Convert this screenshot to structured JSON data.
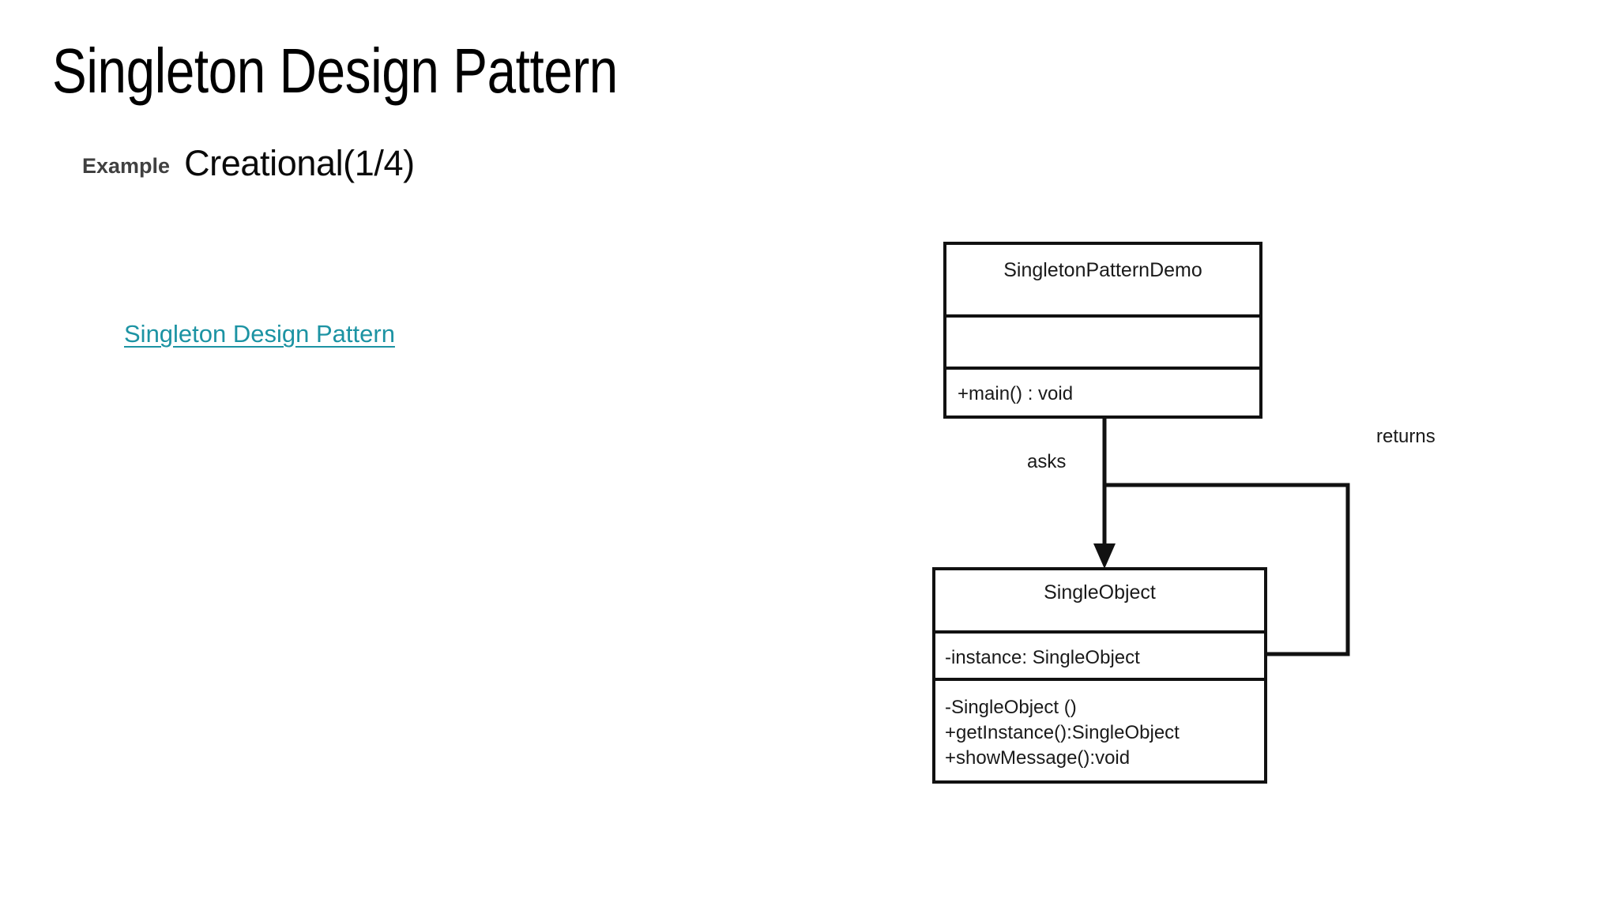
{
  "slide": {
    "title": "Singleton Design Pattern",
    "example_label": "Example",
    "section_label": "Creational(1/4)",
    "link_text": "Singleton Design Pattern",
    "colors": {
      "title": "#000000",
      "example_label": "#404040",
      "section_label": "#0a0a0a",
      "link": "#1C93A3",
      "diagram_stroke": "#111111",
      "background": "#FFFFFF"
    }
  },
  "diagram": {
    "type": "uml-class-diagram",
    "classes": [
      {
        "id": "singleton-pattern-demo",
        "name": "SingletonPatternDemo",
        "attributes": [],
        "methods": [
          "+main() : void"
        ]
      },
      {
        "id": "single-object",
        "name": "SingleObject",
        "attributes": [
          "-instance: SingleObject"
        ],
        "methods": [
          "-SingleObject ()",
          "+getInstance():SingleObject",
          "+showMessage():void"
        ]
      }
    ],
    "edges": [
      {
        "id": "asks-edge",
        "label": "asks",
        "from": "singleton-pattern-demo",
        "to": "single-object",
        "arrow": true
      },
      {
        "id": "returns-edge",
        "label": "returns",
        "from": "single-object",
        "to": "singleton-pattern-demo",
        "arrow": false
      }
    ]
  }
}
